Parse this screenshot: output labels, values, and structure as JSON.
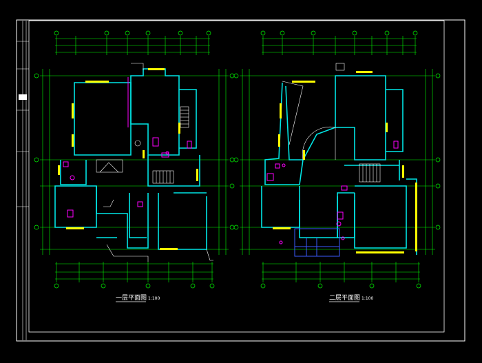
{
  "drawing": {
    "colors": {
      "background": "#000000",
      "frame": "#ffffff",
      "wall": "#00e5e5",
      "dimension": "#00ff00",
      "window": "#ffff00",
      "fixture": "#ff00ff",
      "furniture": "#3b5bff",
      "text": "#ffffff"
    },
    "plans": [
      {
        "title": "一层平面图",
        "scale": "1:100"
      },
      {
        "title": "二层平面图",
        "scale": "1:100"
      }
    ]
  }
}
